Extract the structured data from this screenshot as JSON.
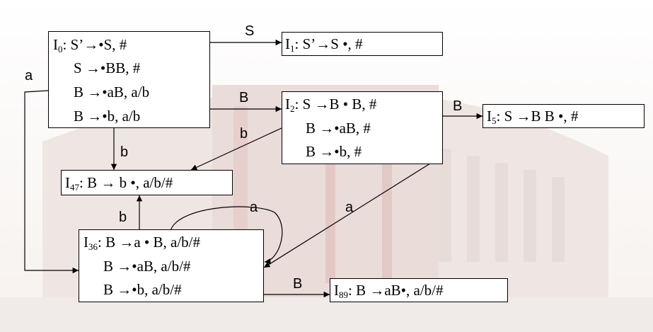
{
  "states": {
    "I0": {
      "sub": "0",
      "lines": [
        "S’→•S,    #",
        "S →•BB,  #",
        "B →•aB,  a/b",
        "B →•b,    a/b"
      ]
    },
    "I1": {
      "sub": "1",
      "lines": [
        "S’→S •,    #"
      ]
    },
    "I2": {
      "sub": "2",
      "lines": [
        "S →B • B,  #",
        "B →•aB,  #",
        "B →•b,    #"
      ]
    },
    "I5": {
      "sub": "5",
      "lines": [
        "S →B B •,  #"
      ]
    },
    "I47": {
      "sub": "47",
      "lines": [
        "B → b •,    a/b/#"
      ]
    },
    "I36": {
      "sub": "36",
      "lines": [
        "B →a • B,  a/b/#",
        "B →•aB,  a/b/#",
        "B →•b,    a/b/#"
      ]
    },
    "I89": {
      "sub": "89",
      "lines": [
        "B →aB•,    a/b/#"
      ]
    }
  },
  "state_prefix": "I",
  "transitions": {
    "i0_i1": "S",
    "i0_i2": "B",
    "i0_i36": "a",
    "i0_i47": "b",
    "i2_i5": "B",
    "i2_i47": "b",
    "i2_i36": "a",
    "i36_i36": "a",
    "i36_i47": "b",
    "i36_i89": "B"
  }
}
